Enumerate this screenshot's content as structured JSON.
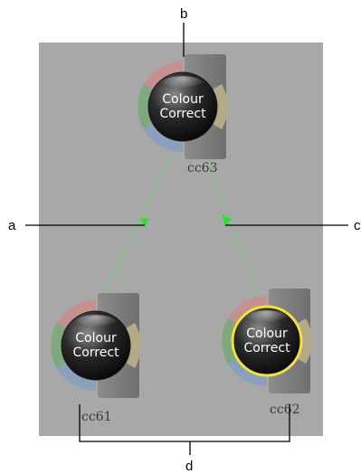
{
  "colors": {
    "canvas": "#a8a8a8",
    "connection": "#5fd75f",
    "arrow": "#2ee02e",
    "ring_red": "#c49090",
    "ring_green": "#7ea97e",
    "ring_blue": "#8aa0bd",
    "ring_yellow": "#b4ab86",
    "selected_outline": "#f2e23c"
  },
  "callouts": {
    "a": "a",
    "b": "b",
    "c": "c",
    "d": "d"
  },
  "nodes": {
    "cc63": {
      "title_line1": "Colour",
      "title_line2": "Correct",
      "name": "cc63",
      "selected": false
    },
    "cc61": {
      "title_line1": "Colour",
      "title_line2": "Correct",
      "name": "cc61",
      "selected": false
    },
    "cc62": {
      "title_line1": "Colour",
      "title_line2": "Correct",
      "name": "cc62",
      "selected": true
    }
  }
}
